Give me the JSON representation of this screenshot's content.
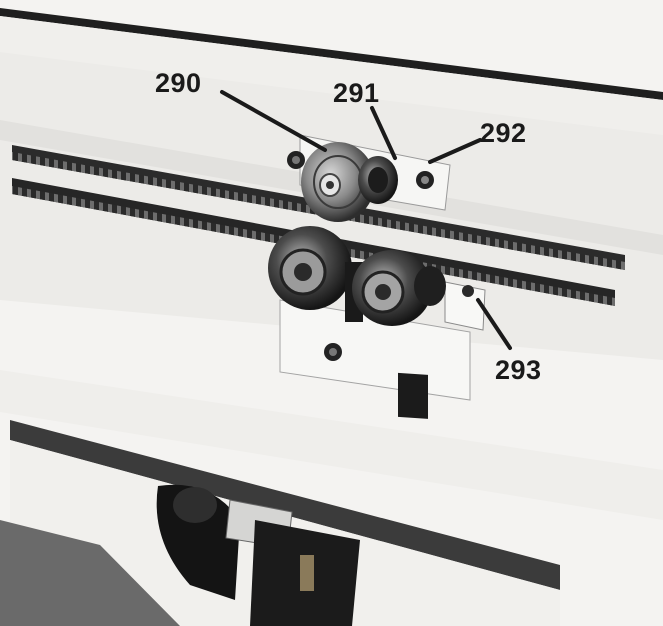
{
  "figure": {
    "callouts": [
      {
        "id": "290",
        "label": "290"
      },
      {
        "id": "291",
        "label": "291"
      },
      {
        "id": "292",
        "label": "292"
      },
      {
        "id": "293",
        "label": "293"
      }
    ],
    "colors": {
      "background": "#f4f3f1",
      "rail": "#e9e8e5",
      "belt": "#2b2b2b",
      "pulley": "#5a5a5a",
      "ink": "#1a1a1a"
    }
  }
}
